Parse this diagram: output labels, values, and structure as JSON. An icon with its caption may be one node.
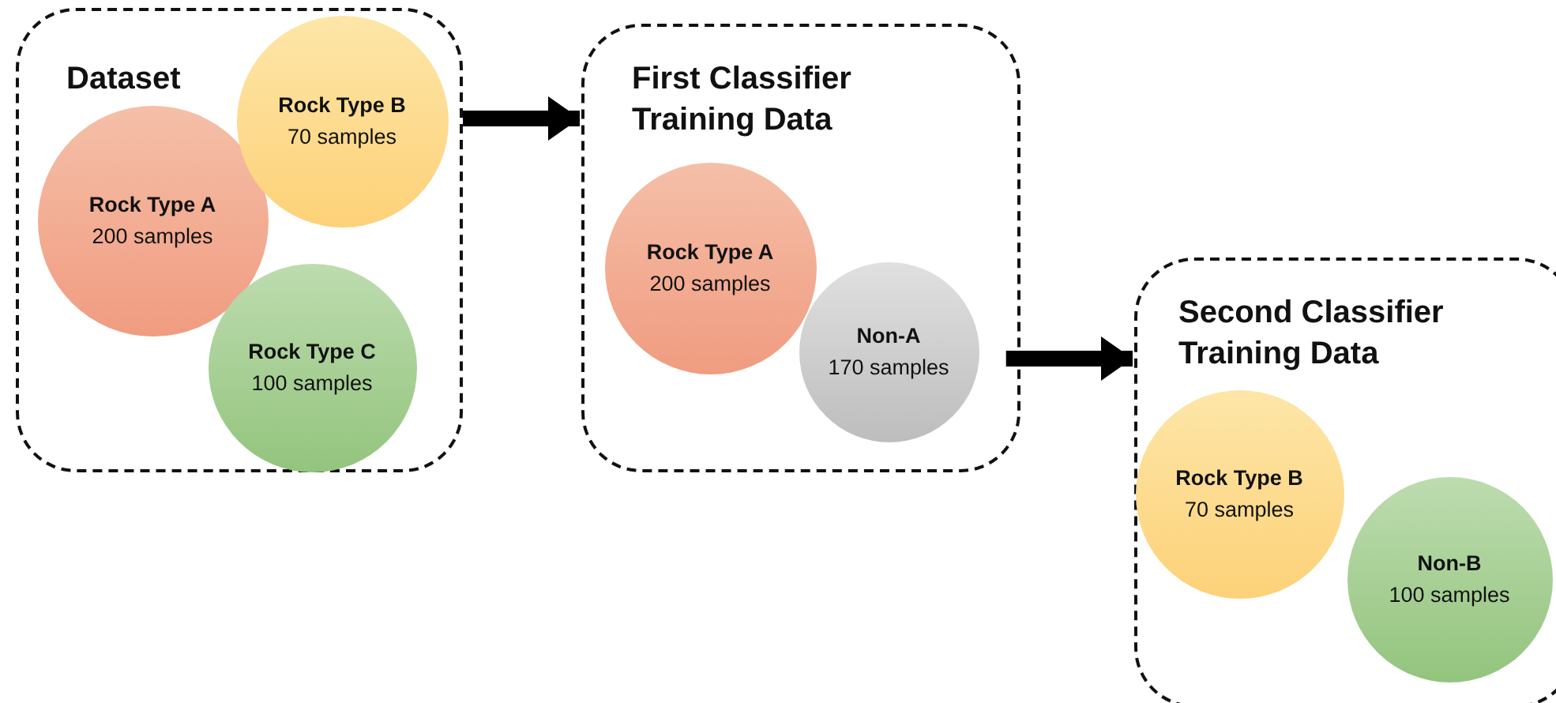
{
  "diagram": {
    "nodes": [
      {
        "text": [
          "Dataset"
        ]
      },
      {
        "text": [
          "Rock Type A",
          "200 samples"
        ],
        "in": 0
      },
      {
        "text": [
          "Rock Type B",
          "70 samples"
        ],
        "in": 0
      },
      {
        "text": [
          "Rock Type C",
          "100 samples"
        ],
        "in": 0
      },
      {
        "text": [
          "First Classifier Training Data"
        ]
      },
      {
        "text": [
          "Rock Type A",
          "200 samples"
        ],
        "in": 4
      },
      {
        "text": [
          "Non-A",
          "170 samples"
        ],
        "in": 4
      },
      {
        "text": [
          "Second Classifier Training Data"
        ]
      },
      {
        "text": [
          "Rock Type B",
          "70 samples"
        ],
        "in": 7
      },
      {
        "text": [
          "Non-B",
          "100 samples"
        ],
        "in": 7
      }
    ],
    "edges": [
      {
        "from": 0,
        "to": 4,
        "arrow": "to"
      },
      {
        "from": 6,
        "to": 7,
        "arrow": "to"
      }
    ]
  }
}
